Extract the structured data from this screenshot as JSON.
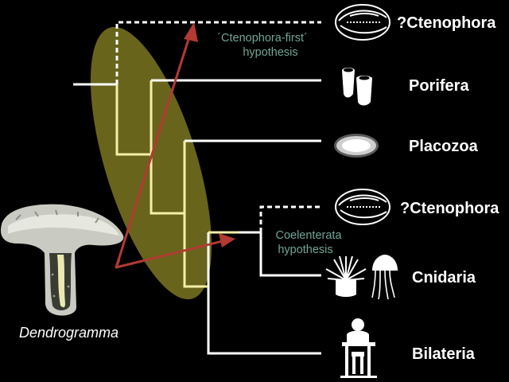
{
  "taxa": [
    {
      "label": "?Ctenophora",
      "icon": "comb-jelly-icon"
    },
    {
      "label": "Porifera",
      "icon": "sponge-icon"
    },
    {
      "label": "Placozoa",
      "icon": "placozoan-icon"
    },
    {
      "label": "?Ctenophora",
      "icon": "comb-jelly-icon"
    },
    {
      "label": "Cnidaria",
      "icon": "anemone-and-jellyfish-icon"
    },
    {
      "label": "Bilateria",
      "icon": "person-at-desk-icon"
    }
  ],
  "hypotheses": {
    "ctenophora_first": {
      "line1": "´Ctenophora-first´",
      "line2": "hypothesis"
    },
    "coelenterata": {
      "line1": "Coelenterata",
      "line2": "hypothesis"
    }
  },
  "specimen_label": "Dendrogramma",
  "colors": {
    "background": "#000000",
    "tree_white": "#ffffff",
    "tree_highlight": "#f4efa8",
    "ellipse_fill": "#7f7a22",
    "arrow": "#b23a32",
    "hypothesis_text": "#6fa595",
    "label_text": "#ffffff"
  }
}
